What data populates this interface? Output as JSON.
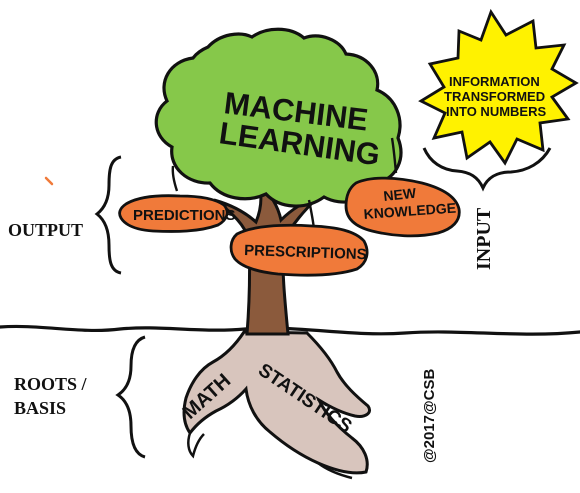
{
  "tree": {
    "title_line1": "MACHINE",
    "title_line2": "LEARNING"
  },
  "outputs": {
    "predictions": "PREDICTIONS",
    "prescriptions": "PRESCRIPTIONS",
    "new_knowledge_line1": "NEW",
    "new_knowledge_line2": "KNOWLEDGE"
  },
  "input_burst": {
    "line1": "INFORMATION",
    "line2": "TRANSFORMED",
    "line3": "INTO NUMBERS"
  },
  "labels": {
    "output": "OUTPUT",
    "input": "INPUT",
    "roots_line1": "ROOTS /",
    "roots_line2": "BASIS"
  },
  "roots": {
    "math": "MATH",
    "statistics": "STATISTICS"
  },
  "credit": "@2017@CSB",
  "colors": {
    "canopy": "#86c84a",
    "trunk": "#8b5a3c",
    "fruit": "#f07a3a",
    "burst": "#fff200",
    "roots": "#d8c5bd",
    "ink": "#111111"
  }
}
